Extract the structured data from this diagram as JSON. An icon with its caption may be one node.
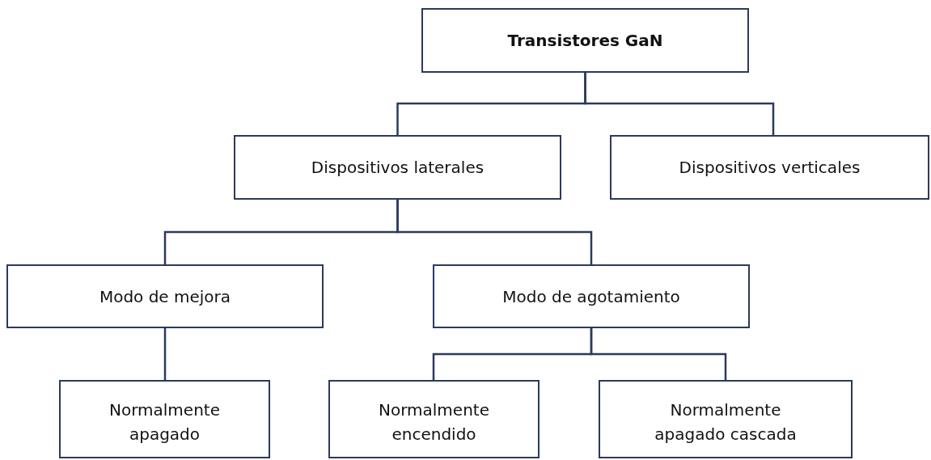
{
  "diagram": {
    "nodes": [
      {
        "text": [
          "Transistores GaN"
        ]
      },
      {
        "text": [
          "Dispositivos laterales"
        ]
      },
      {
        "text": [
          "Dispositivos verticales"
        ]
      },
      {
        "text": [
          "Modo de mejora"
        ]
      },
      {
        "text": [
          "Modo de agotamiento"
        ]
      },
      {
        "text": [
          "Normalmente apagado"
        ]
      },
      {
        "text": [
          "Normalmente encendido"
        ]
      },
      {
        "text": [
          "Normalmente apagado cascada"
        ]
      }
    ],
    "edges": [
      {
        "from": 0,
        "to": 1,
        "arrow": "none"
      },
      {
        "from": 0,
        "to": 2,
        "arrow": "none"
      },
      {
        "from": 1,
        "to": 3,
        "arrow": "none"
      },
      {
        "from": 1,
        "to": 4,
        "arrow": "none"
      },
      {
        "from": 3,
        "to": 5,
        "arrow": "none"
      },
      {
        "from": 4,
        "to": 6,
        "arrow": "none"
      },
      {
        "from": 4,
        "to": 7,
        "arrow": "none"
      }
    ]
  }
}
